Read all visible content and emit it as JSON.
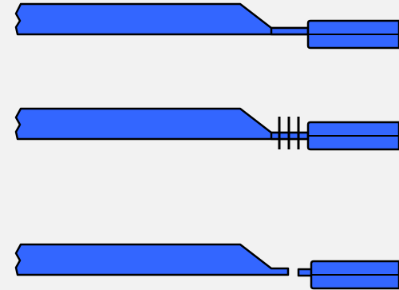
{
  "diagram": {
    "colors": {
      "background": "#f2f2f2",
      "fill": "#3366ff",
      "stroke": "#000000"
    },
    "panels": [
      {
        "name": "panel-connected",
        "state": "joined"
      },
      {
        "name": "panel-hatched",
        "state": "hatched-joint"
      },
      {
        "name": "panel-separated",
        "state": "separated"
      }
    ]
  }
}
